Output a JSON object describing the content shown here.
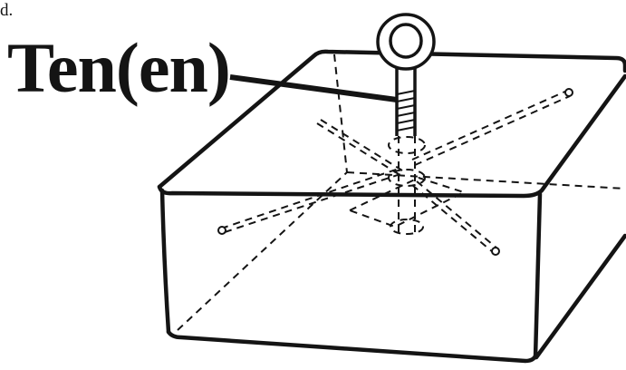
{
  "corner_text": "d.",
  "callout": {
    "label": "Ten(en)"
  },
  "colors": {
    "ink": "#141414",
    "background": "#ffffff"
  },
  "icons": {
    "eye_bolt": "eye-bolt-icon",
    "block": "concrete-block"
  }
}
